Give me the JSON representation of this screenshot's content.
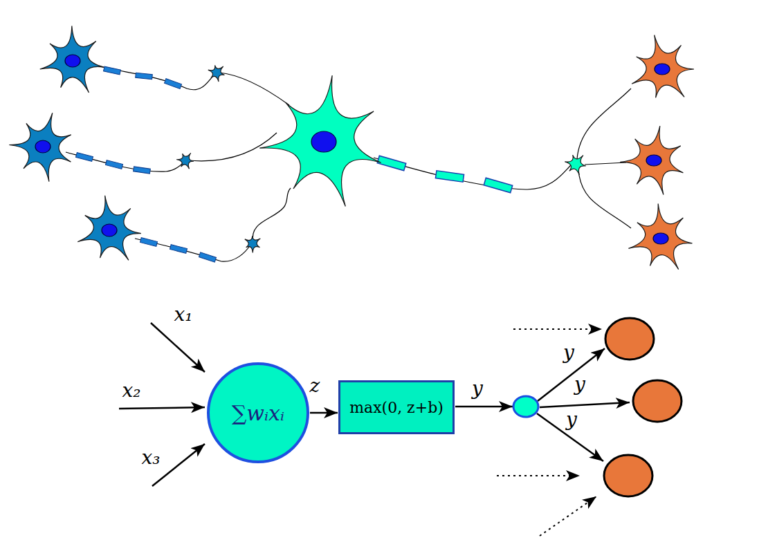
{
  "diagram": {
    "nodes": [
      {
        "text": [
          "∑wᵢxᵢ"
        ]
      },
      {
        "text": [
          "max(0, z+b)"
        ]
      }
    ],
    "edges": [
      {
        "from": 0,
        "to": 1,
        "arrow": "to",
        "label": "z"
      }
    ],
    "labels": [
      "x₁",
      "x₂",
      "x₃",
      "y",
      "y",
      "y",
      "y"
    ]
  }
}
